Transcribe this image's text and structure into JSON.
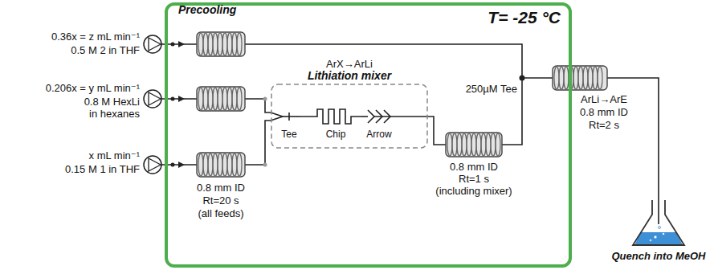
{
  "diagram": {
    "nodes": [
      {
        "text": [
          "T= -25 °C"
        ]
      },
      {
        "text": [
          "ArX→ArLi",
          "Lithiation mixer",
          "Tee",
          "Chip",
          "Arrow"
        ],
        "in": 0
      },
      {
        "text": [
          "Quench into MeOH"
        ]
      }
    ],
    "edges": [
      {
        "from": 1,
        "to": 2,
        "arrow": "none"
      }
    ],
    "labels": [
      "Precooling",
      "0.36x = z mL min⁻¹",
      "0.5 M 2 in THF",
      "0.206x = y mL min⁻¹",
      "0.8 M HexLi in hexanes",
      "x mL min⁻¹",
      "0.15 M 1 in THF",
      "0.8 mm ID",
      "Rt=20 s",
      "(all feeds)",
      "0.8 mm ID",
      "Rt=1 s",
      "(including mixer)",
      "250µM Tee",
      "ArLi→ArE",
      "0.8 mm ID",
      "Rt=2 s"
    ]
  }
}
